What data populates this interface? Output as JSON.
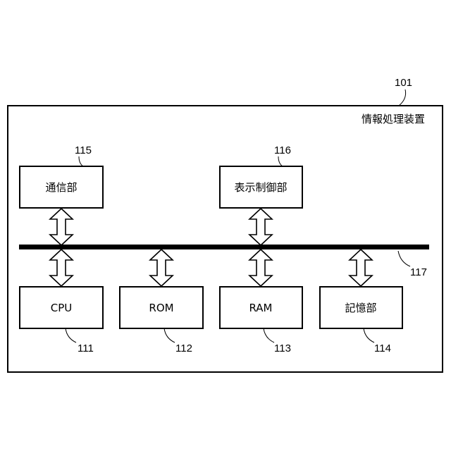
{
  "device": {
    "ref": "101",
    "label": "情報処理装置"
  },
  "bus": {
    "ref": "117"
  },
  "blocks": {
    "comm": {
      "ref": "115",
      "label": "通信部"
    },
    "display": {
      "ref": "116",
      "label": "表示制御部"
    },
    "cpu": {
      "ref": "111",
      "label": "CPU"
    },
    "rom": {
      "ref": "112",
      "label": "ROM"
    },
    "ram": {
      "ref": "113",
      "label": "RAM"
    },
    "storage": {
      "ref": "114",
      "label": "記憶部"
    }
  }
}
